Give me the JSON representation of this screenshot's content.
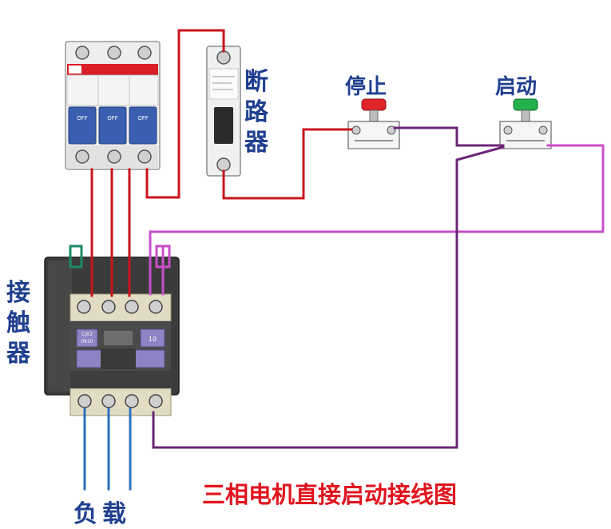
{
  "labels": {
    "breaker": "断路器",
    "stop": "停止",
    "start": "启动",
    "contactor": "接触器",
    "load": "负载",
    "caption": "三相电机直接启动接线图"
  },
  "device_text": {
    "mcb_on_1": "OFF",
    "mcb_on_2": "OFF",
    "mcb_on_3": "OFF",
    "contactor_model_1": "CJX2",
    "contactor_model_2": "0910",
    "contactor_aux": "10"
  },
  "colors": {
    "red_wire": "#c8141e",
    "blue_wire": "#2a6fbf",
    "magenta_wire": "#c94fc9",
    "purple_wire": "#6b2577",
    "label_blue": "#1f3f8f",
    "caption_red": "#e0141e",
    "stop_button": "#e0242a",
    "start_button": "#22b14c"
  },
  "wires": [
    {
      "name": "L1 to contactor",
      "color": "red"
    },
    {
      "name": "L2 to contactor",
      "color": "red"
    },
    {
      "name": "L3 to contactor",
      "color": "red"
    },
    {
      "name": "breaker feed",
      "color": "red"
    },
    {
      "name": "breaker to stop",
      "color": "red"
    },
    {
      "name": "stop to start",
      "color": "purple"
    },
    {
      "name": "start to coil",
      "color": "magenta"
    },
    {
      "name": "return to coil",
      "color": "purple"
    },
    {
      "name": "load outputs",
      "color": "blue"
    }
  ]
}
